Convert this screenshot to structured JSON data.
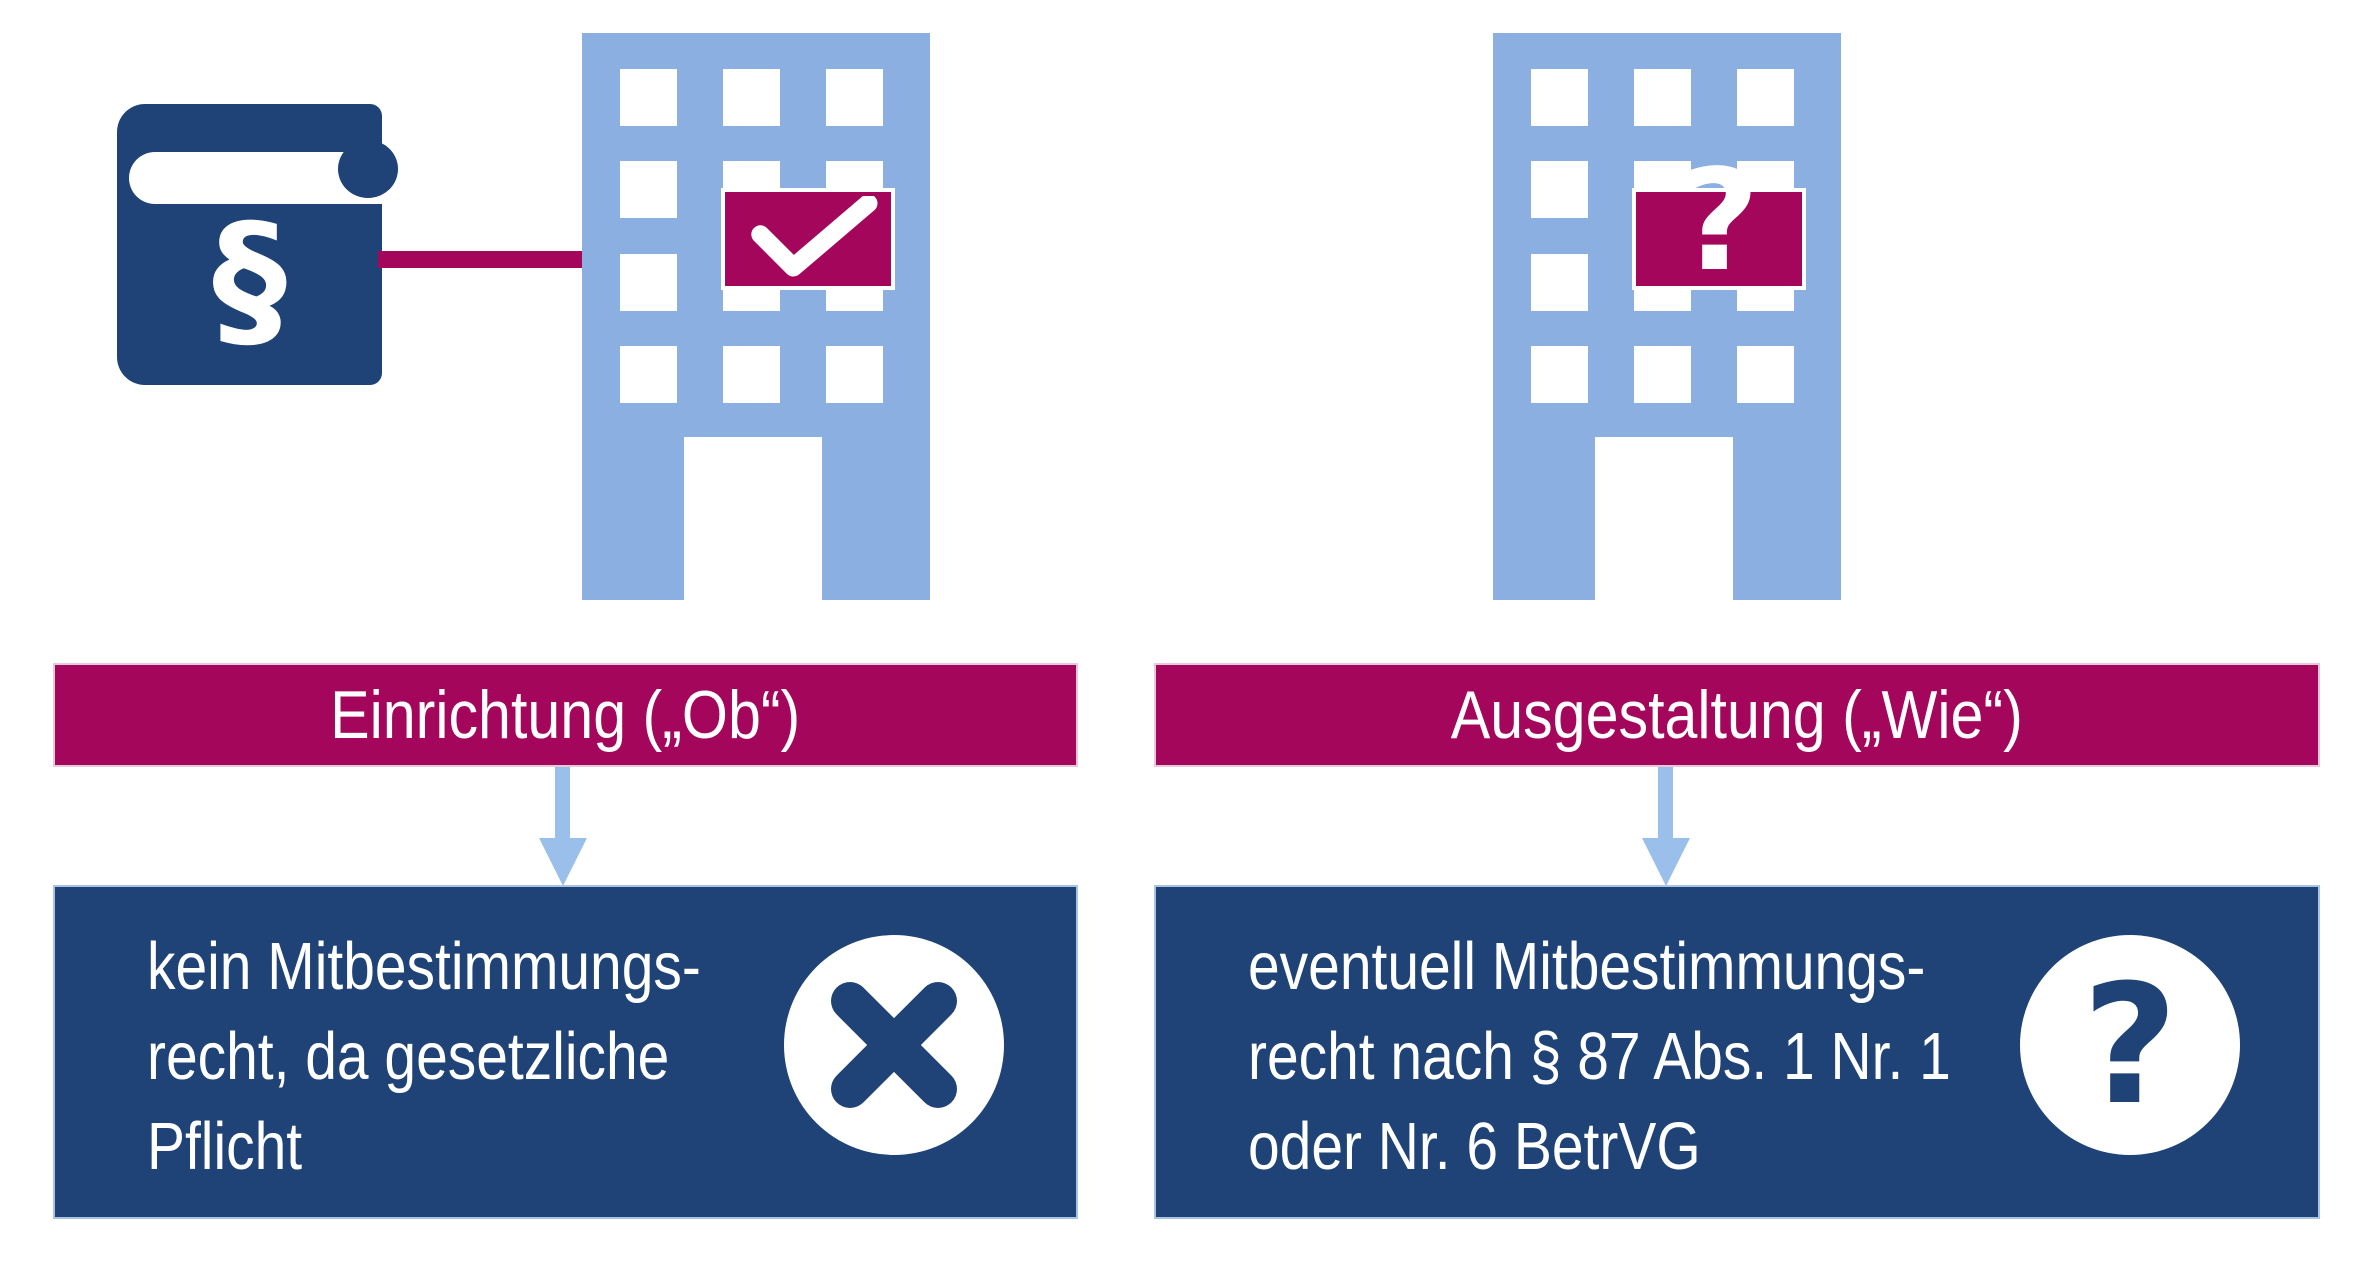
{
  "diagram": {
    "title_none_visible": "",
    "colors": {
      "magenta": "#A4065C",
      "navy": "#1F4376",
      "building_blue": "#8AAFE0",
      "light_arrow_blue": "#99BFEA",
      "white": "#FFFFFF"
    },
    "book": {
      "symbol": "§"
    },
    "left": {
      "banner_label": "Einrichtung („Ob“)",
      "building_badge": "check",
      "result_lines": [
        "kein Mitbestimmungs-",
        "recht, da gesetzliche",
        "Pflicht"
      ],
      "result_icon": "cross"
    },
    "right": {
      "banner_label": "Ausgestaltung („Wie“)",
      "building_badge": "?",
      "result_lines": [
        "eventuell Mitbestimmungs-",
        "recht nach § 87 Abs. 1 Nr. 1",
        "oder Nr. 6 BetrVG"
      ],
      "result_icon": "?"
    }
  }
}
